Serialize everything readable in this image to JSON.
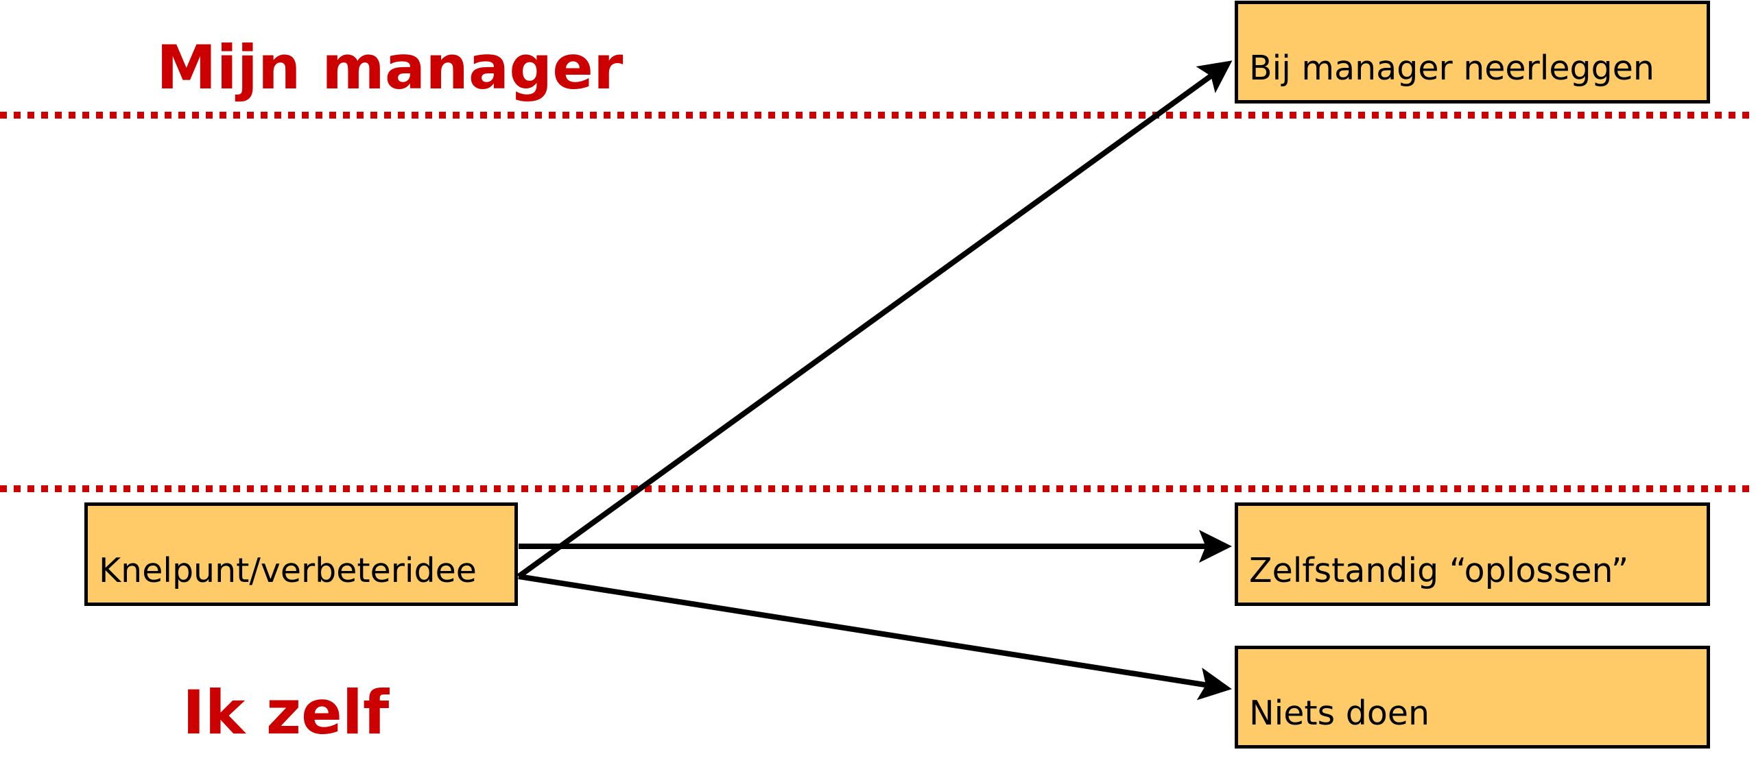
{
  "lanes": {
    "top": "Mijn manager",
    "bottom": "Ik zelf"
  },
  "boxes": {
    "source": "Knelpunt/verbeteridee",
    "option_manager": "Bij manager neerleggen",
    "option_self": "Zelfstandig “oplossen”",
    "option_nothing": "Niets doen"
  },
  "colors": {
    "lane_label": "#cc0000",
    "divider": "#cc0000",
    "box_fill": "#fecb68"
  }
}
